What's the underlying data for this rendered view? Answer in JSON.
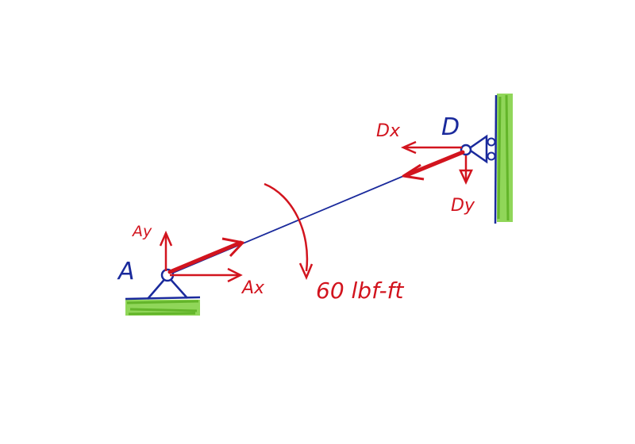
{
  "labels": {
    "point_a": "A",
    "point_d": "D",
    "ay": "Ay",
    "ax": "Ax",
    "dx": "Dx",
    "dy": "Dy",
    "moment": "60 lbf-ft"
  },
  "colors": {
    "ink_blue": "#1a2a9c",
    "ink_red": "#d2141e",
    "ground_green": "#7ccf3c",
    "paper": "#ffffff"
  }
}
